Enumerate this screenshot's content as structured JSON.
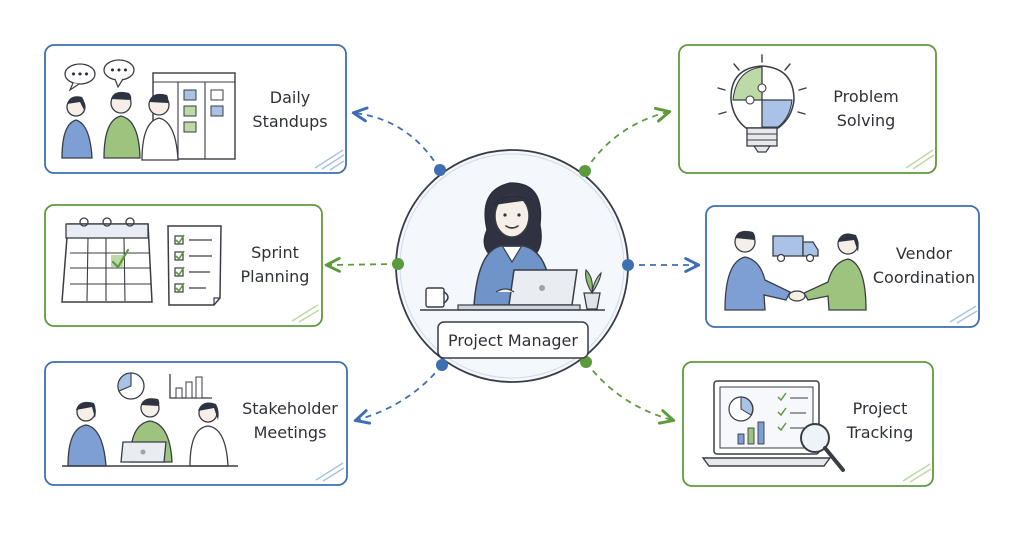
{
  "center": {
    "label": "Project Manager"
  },
  "nodes": [
    {
      "id": "daily-standups",
      "line1": "Daily",
      "line2": "Standups"
    },
    {
      "id": "sprint-planning",
      "line1": "Sprint",
      "line2": "Planning"
    },
    {
      "id": "stakeholder-meetings",
      "line1": "Stakeholder",
      "line2": "Meetings"
    },
    {
      "id": "problem-solving",
      "line1": "Problem",
      "line2": "Solving"
    },
    {
      "id": "vendor-coordination",
      "line1": "Vendor",
      "line2": "Coordination"
    },
    {
      "id": "project-tracking",
      "line1": "Project",
      "line2": "Tracking"
    }
  ],
  "colors": {
    "blue": "#3f6fb3",
    "green": "#5c9a3c",
    "light_blue": "#aac2e6",
    "light_green": "#bcd9a6",
    "ink": "#3a3d45"
  }
}
